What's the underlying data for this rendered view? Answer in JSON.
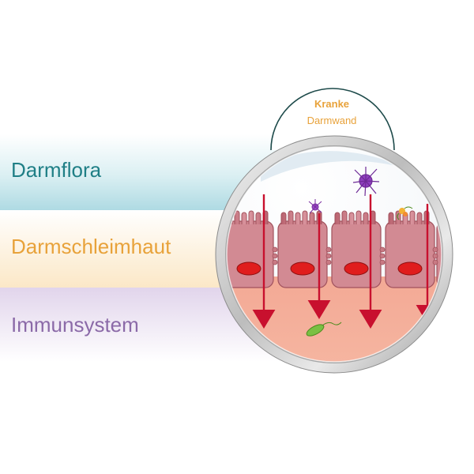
{
  "labels": {
    "flora": "Darmflora",
    "mucosa": "Darmschleimhaut",
    "immune": "Immunsystem"
  },
  "badge": {
    "title": "Kranke",
    "subtitle": "Darmwand"
  },
  "colors": {
    "flora": "#1f7f86",
    "mucosa": "#e8a23a",
    "immune": "#8b6aa8",
    "arrow": "#c8102e",
    "badge_outline": "#1d4a4a"
  }
}
